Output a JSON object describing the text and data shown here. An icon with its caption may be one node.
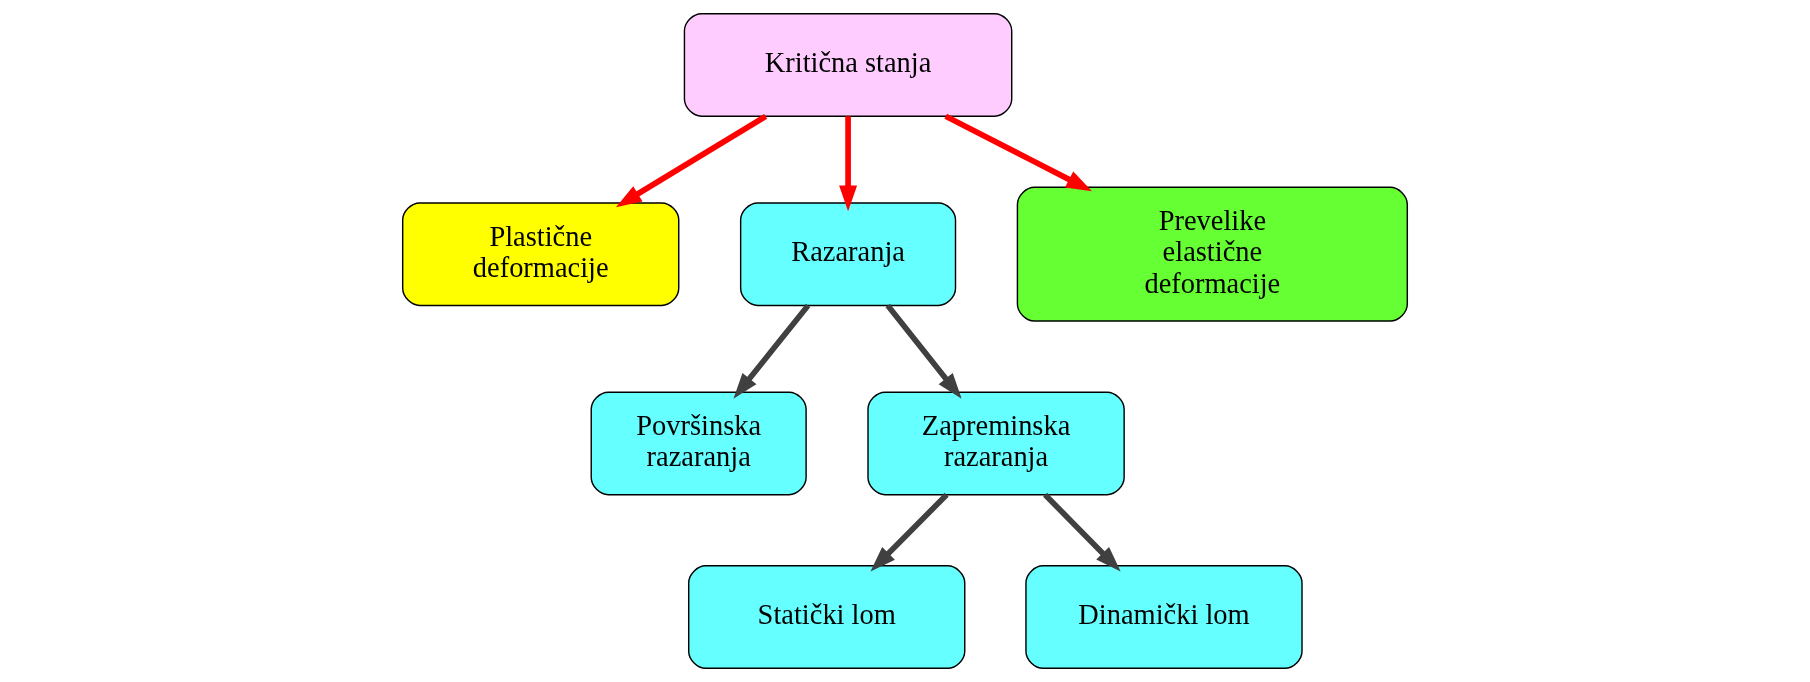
{
  "diagram": {
    "nodes": [
      {
        "text": [
          "Kritična stanja"
        ]
      },
      {
        "text": [
          "Plastične deformacije"
        ]
      },
      {
        "text": [
          "Razaranja"
        ]
      },
      {
        "text": [
          "Prevelike elastične deformacije"
        ]
      },
      {
        "text": [
          "Površinska razaranja"
        ]
      },
      {
        "text": [
          "Zapreminska razaranja"
        ]
      },
      {
        "text": [
          "Statički lom"
        ]
      },
      {
        "text": [
          "Dinamički lom"
        ]
      }
    ],
    "edges": [
      {
        "from": 0,
        "to": 1,
        "arrow": "to",
        "color": "#ff0000"
      },
      {
        "from": 0,
        "to": 2,
        "arrow": "to",
        "color": "#ff0000"
      },
      {
        "from": 0,
        "to": 3,
        "arrow": "to",
        "color": "#ff0000"
      },
      {
        "from": 2,
        "to": 4,
        "arrow": "to"
      },
      {
        "from": 2,
        "to": 5,
        "arrow": "to"
      },
      {
        "from": 5,
        "to": 6,
        "arrow": "to"
      },
      {
        "from": 5,
        "to": 7,
        "arrow": "to"
      }
    ]
  }
}
